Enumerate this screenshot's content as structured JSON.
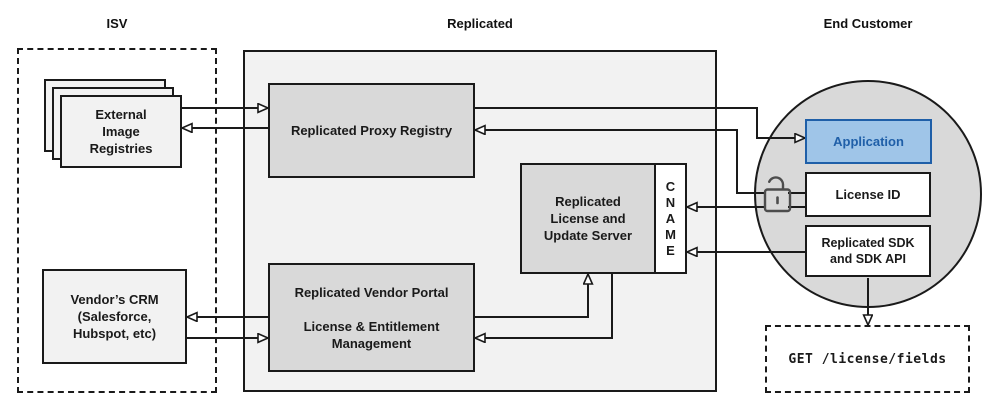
{
  "sections": {
    "isv": {
      "title": "ISV"
    },
    "replicated": {
      "title": "Replicated"
    },
    "end_customer": {
      "title": "End Customer"
    }
  },
  "nodes": {
    "external_image_registries": {
      "label": "External\nImage\nRegistries"
    },
    "vendor_crm": {
      "label": "Vendor’s CRM\n(Salesforce,\nHubspot, etc)"
    },
    "proxy_registry": {
      "label": "Replicated Proxy Registry"
    },
    "license_update_server": {
      "label": "Replicated\nLicense and\nUpdate Server"
    },
    "cname": {
      "label": "C\nN\nA\nM\nE"
    },
    "vendor_portal": {
      "label": "Replicated Vendor Portal\n\nLicense & Entitlement\nManagement"
    },
    "application": {
      "label": "Application"
    },
    "license_id": {
      "label": "License ID"
    },
    "replicated_sdk": {
      "label": "Replicated SDK\nand SDK API"
    },
    "get_license_fields": {
      "label": "GET /license/fields"
    }
  },
  "icons": {
    "unlock": "open-padlock-icon"
  },
  "colors": {
    "line": "#1a1a1a",
    "container_fill": "#f2f2f2",
    "node_fill": "#d9d9d9",
    "circle_fill": "#d9d9d9",
    "app_fill": "#9fc5e8",
    "app_accent": "#1f5fa8",
    "white_node_fill": "#ffffff"
  }
}
